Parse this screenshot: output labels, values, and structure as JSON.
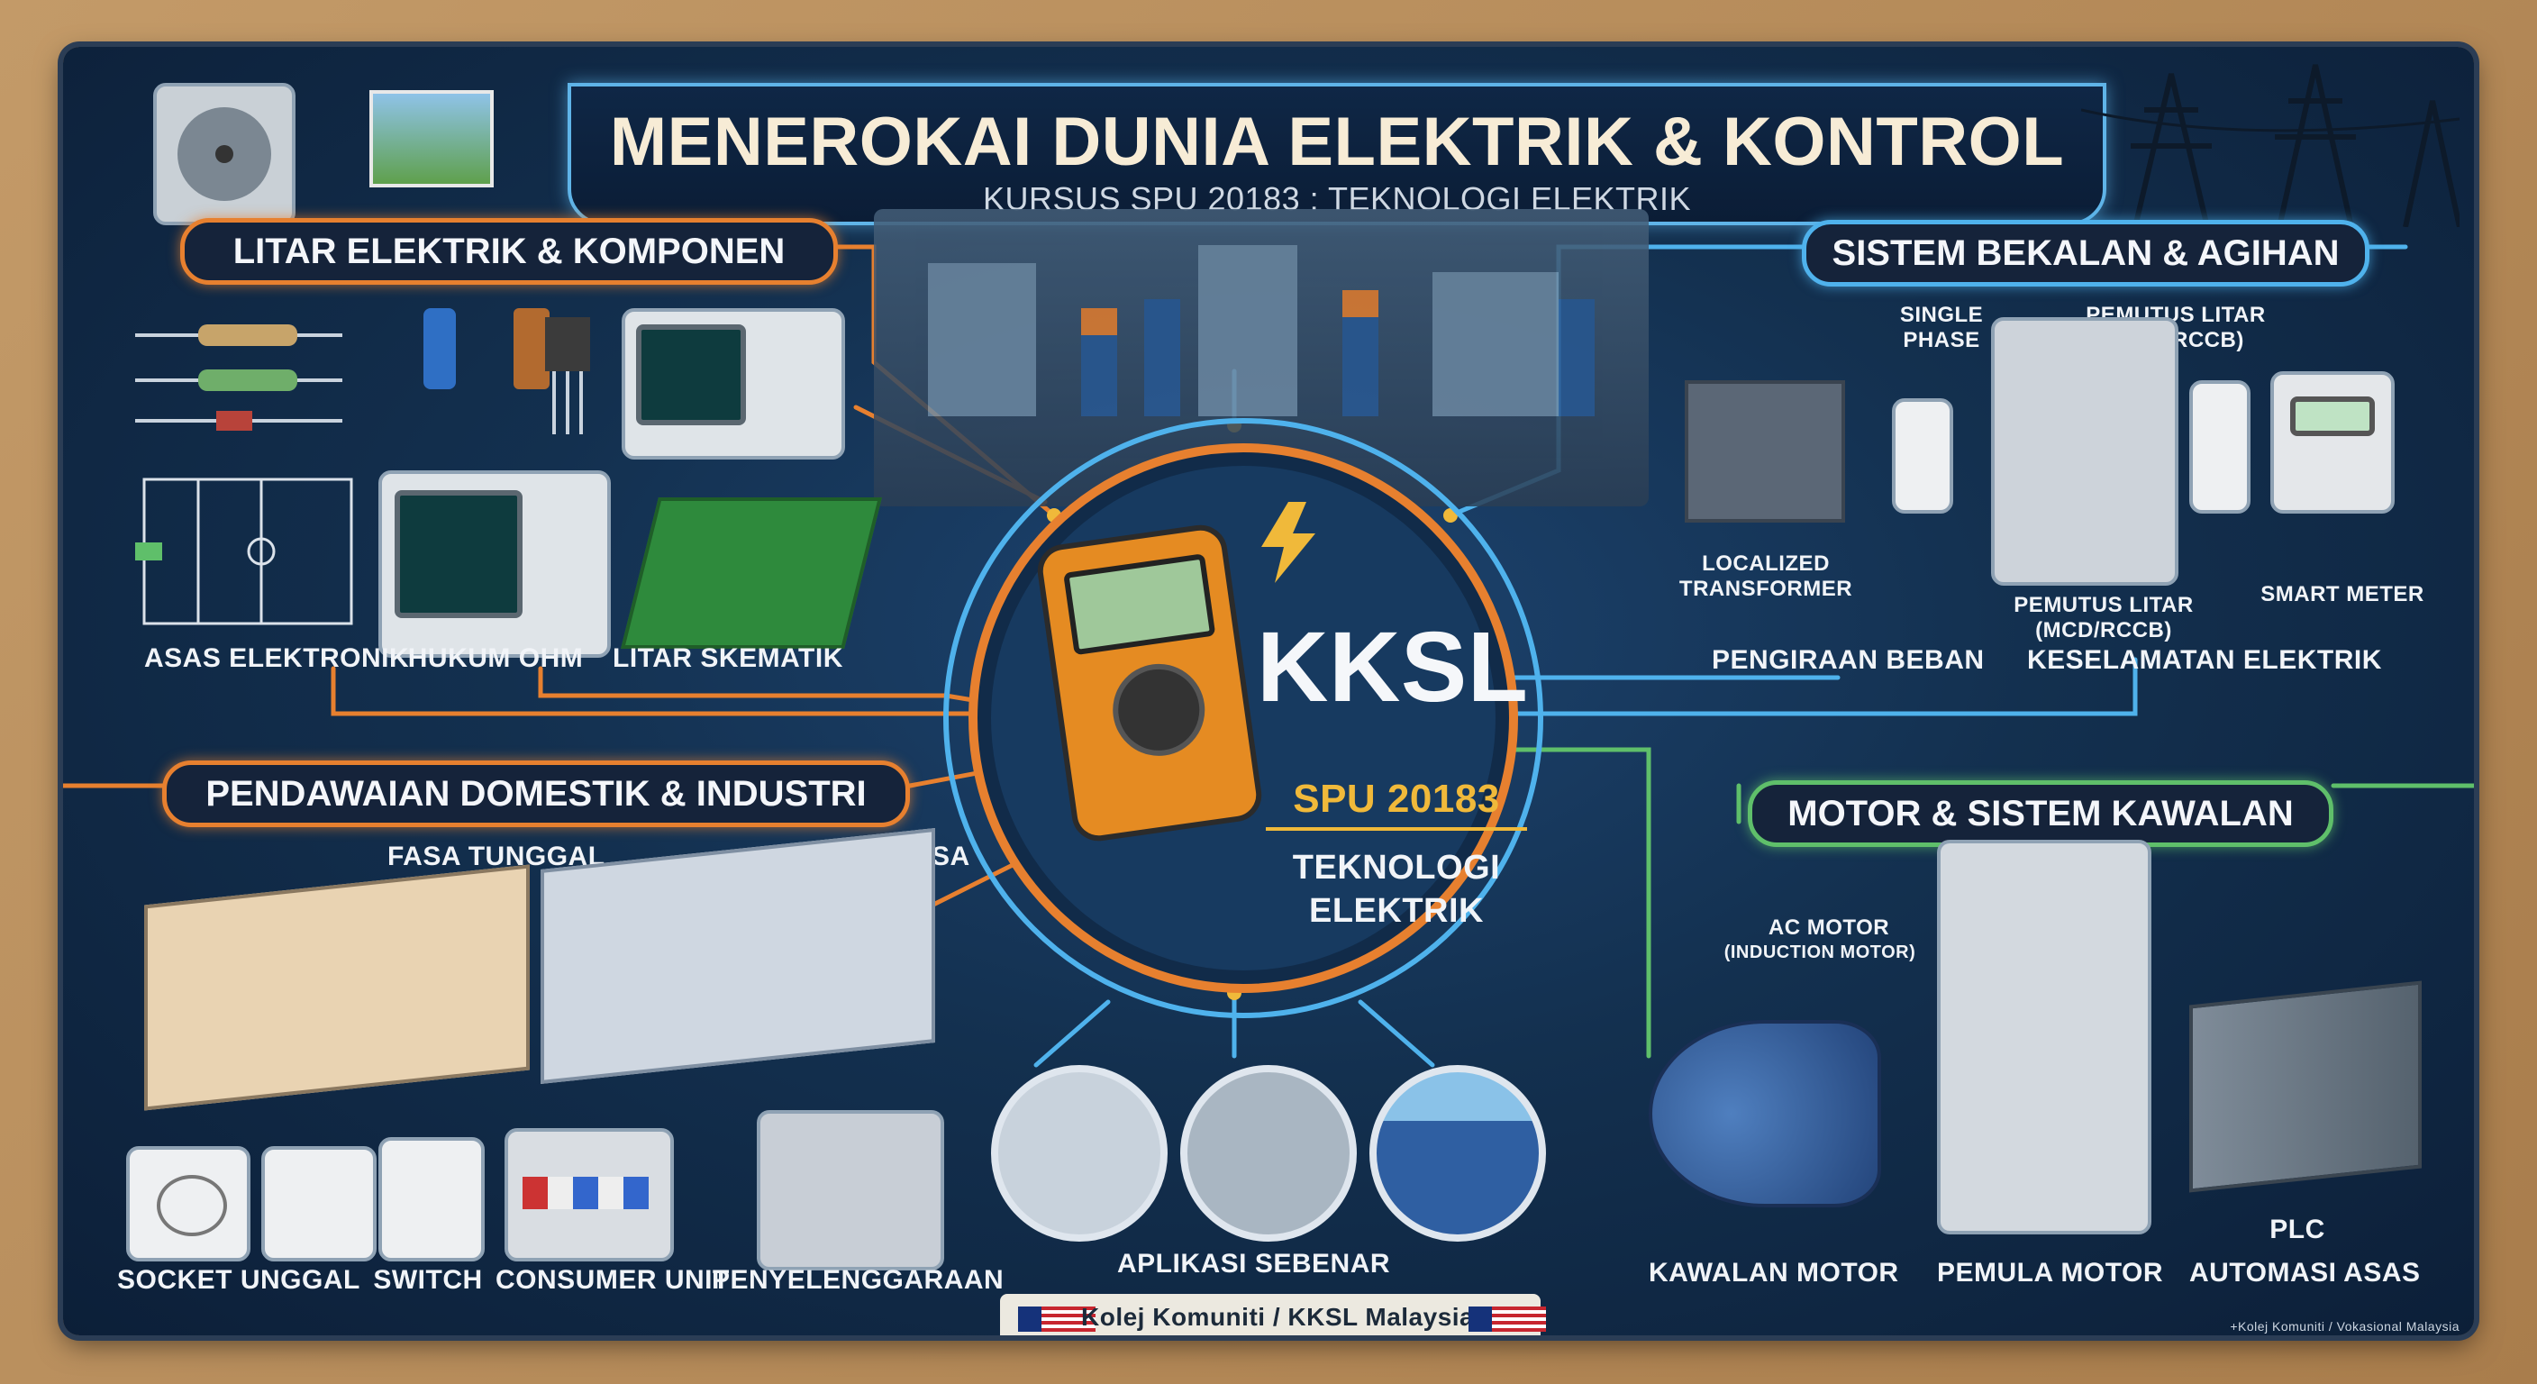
{
  "header": {
    "title": "MENEROKAI DUNIA ELEKTRIK & KONTROL",
    "subtitle": "KURSUS SPU 20183 : TEKNOLOGI ELEKTRIK"
  },
  "center": {
    "badge": "KKSL",
    "code": "SPU 20183",
    "line1": "TEKNOLOGI",
    "line2": "ELEKTRIK"
  },
  "sections": {
    "litar": {
      "title": "LITAR ELEKTRIK & KOMPONEN",
      "labels": [
        "ASAS ELEKTRONIK",
        "HUKUM OHM",
        "LITAR SKEMATIK"
      ]
    },
    "bekalan": {
      "title": "SISTEM BEKALAN & AGIHAN",
      "single_phase_1": "SINGLE",
      "single_phase_2": "PHASE",
      "pemutus_top_1": "PEMUTUS LITAR",
      "pemutus_top_2": "(MCB/RCCB)",
      "transformer_1": "LOCALIZED",
      "transformer_2": "TRANSFORMER",
      "pemutus_bottom_1": "PEMUTUS LITAR",
      "pemutus_bottom_2": "(MCD/RCCB)",
      "smart_meter": "SMART METER",
      "pengiraan": "PENGIRAAN BEBAN",
      "keselamatan": "KESELAMATAN ELEKTRIK"
    },
    "pendawaian": {
      "title": "PENDAWAIAN DOMESTIK & INDUSTRI",
      "fasa_tunggal": "FASA TUNGGAL",
      "tiga_fasa": "TIGA FASA",
      "items": [
        "SOCKET UNGGAL",
        "SWITCH",
        "CONSUMER UNIT",
        "PENYELENGGARAAN"
      ]
    },
    "motor": {
      "title": "MOTOR & SISTEM KAWALAN",
      "ac_motor_1": "AC MOTOR",
      "ac_motor_2": "(INDUCTION MOTOR)",
      "kawalan": "KAWALAN MOTOR",
      "pemula": "PEMULA MOTOR",
      "plc": "PLC",
      "automasi": "AUTOMASI ASAS"
    },
    "aplikasi": {
      "label": "APLIKASI SEBENAR"
    }
  },
  "footer": {
    "text": "Kolej Komuniti / KKSL Malaysia",
    "credit": "+Kolej Komuniti / Vokasional Malaysia"
  },
  "colors": {
    "orange": "#e7802f",
    "blue": "#4fb2ec",
    "green": "#5fbf6a",
    "gold": "#f0b93a",
    "navy": "#13304f"
  }
}
